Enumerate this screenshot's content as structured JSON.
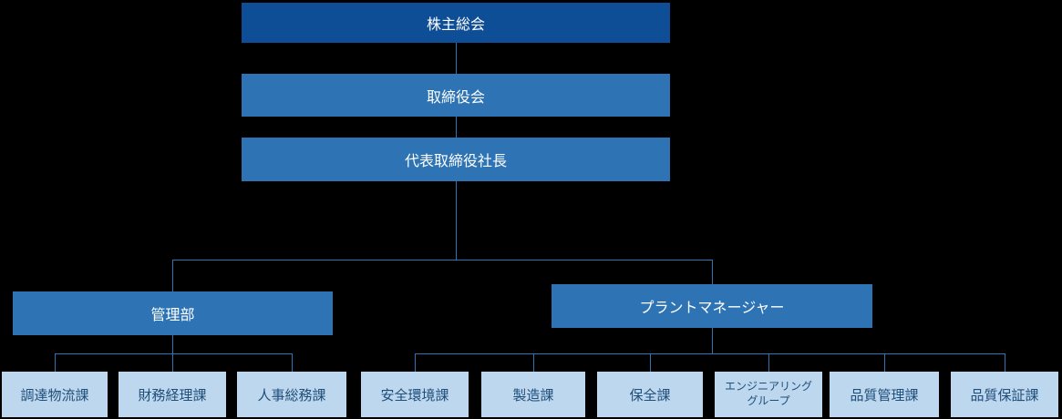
{
  "colors": {
    "background": "#000000",
    "level1_fill": "#0E4E96",
    "level2_fill": "#2E74B5",
    "leaf_fill": "#BDD7EE",
    "leaf_text": "#1F4E79",
    "box_text": "#FFFFFF",
    "line": "#2E75B6"
  },
  "nodes": {
    "shareholders": "株主総会",
    "board": "取締役会",
    "president": "代表取締役社長",
    "admin_dept": "管理部",
    "plant_manager": "プラントマネージャー",
    "leaves_admin": [
      "調達物流課",
      "財務経理課",
      "人事総務課"
    ],
    "leaves_plant": [
      "安全環境課",
      "製造課",
      "保全課",
      "エンジニアリング\nグループ",
      "品質管理課",
      "品質保証課"
    ]
  }
}
